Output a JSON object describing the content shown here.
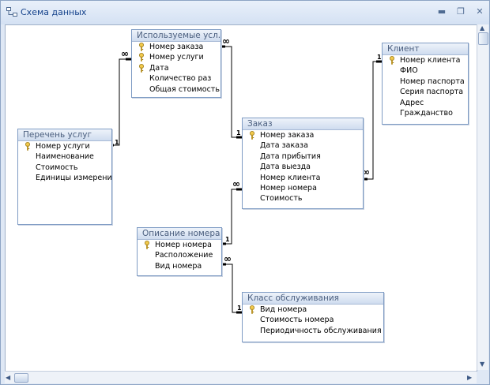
{
  "window": {
    "title": "Схема данных",
    "minimize": "▬",
    "restore": "❐",
    "close": "✕"
  },
  "tables": {
    "used": {
      "title": "Используемые усл...",
      "fields": [
        {
          "label": "Номер заказа",
          "key": true
        },
        {
          "label": "Номер услуги",
          "key": true
        },
        {
          "label": "Дата",
          "key": true
        },
        {
          "label": "Количество раз",
          "key": false
        },
        {
          "label": "Общая стоимость",
          "key": false
        }
      ]
    },
    "services": {
      "title": "Перечень услуг",
      "fields": [
        {
          "label": "Номер услуги",
          "key": true
        },
        {
          "label": "Наименование",
          "key": false
        },
        {
          "label": "Стоимость",
          "key": false
        },
        {
          "label": "Единицы измерени",
          "key": false
        }
      ]
    },
    "order": {
      "title": "Заказ",
      "fields": [
        {
          "label": "Номер заказа",
          "key": true
        },
        {
          "label": "Дата заказа",
          "key": false
        },
        {
          "label": "Дата прибытия",
          "key": false
        },
        {
          "label": "Дата выезда",
          "key": false
        },
        {
          "label": "Номер клиента",
          "key": false
        },
        {
          "label": "Номер номера",
          "key": false
        },
        {
          "label": "Стоимость",
          "key": false
        }
      ]
    },
    "client": {
      "title": "Клиент",
      "fields": [
        {
          "label": "Номер клиента",
          "key": true
        },
        {
          "label": "ФИО",
          "key": false
        },
        {
          "label": "Номер паспорта",
          "key": false
        },
        {
          "label": "Серия паспорта",
          "key": false
        },
        {
          "label": "Адрес",
          "key": false
        },
        {
          "label": "Гражданство",
          "key": false
        }
      ]
    },
    "room": {
      "title": "Описание номера",
      "fields": [
        {
          "label": "Номер номера",
          "key": true
        },
        {
          "label": "Расположение",
          "key": false
        },
        {
          "label": "Вид номера",
          "key": false
        }
      ]
    },
    "class": {
      "title": "Класс обслуживания",
      "fields": [
        {
          "label": "Вид номера",
          "key": true
        },
        {
          "label": "Стоимость номера",
          "key": false
        },
        {
          "label": "Периодичность обслуживания",
          "key": false
        }
      ]
    }
  },
  "relations": {
    "one": "1",
    "many": "∞"
  },
  "scroll": {
    "up": "▲",
    "down": "▼",
    "left": "◀",
    "right": "▶"
  },
  "colors": {
    "title_text": "#15428b",
    "table_border": "#7f9cc4",
    "link": "#000000"
  }
}
